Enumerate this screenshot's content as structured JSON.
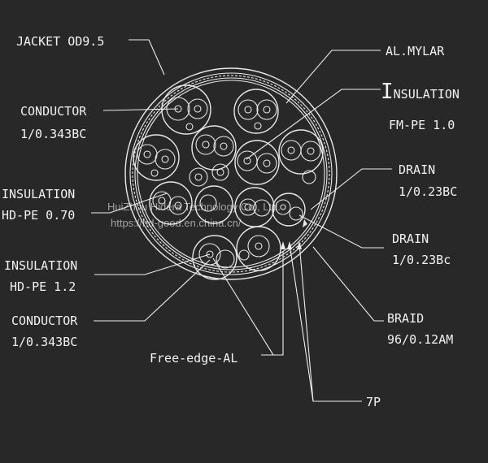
{
  "labels": {
    "jacket": "JACKET OD9.5",
    "al_mylar": "AL.MYLAR",
    "insulation_cap": "I",
    "insulation_rest": "NSULATION",
    "fm_pe": "FM-PE 1.0",
    "conductor_1": "CONDUCTOR",
    "conductor_1_spec": "1/0.343BC",
    "drain_1": "DRAIN",
    "drain_1_spec": "1/0.23BC",
    "insulation_hd1": "INSULATION",
    "insulation_hd1_spec": "HD-PE 0.70",
    "drain_2": "DRAIN",
    "drain_2_spec": "1/0.23Bc",
    "insulation_hd2": "INSULATION",
    "insulation_hd2_spec": "HD-PE 1.2",
    "braid": "BRAID",
    "braid_spec": "96/0.12AM",
    "conductor_2": "CONDUCTOR",
    "conductor_2_spec": "1/0.343BC",
    "free_edge": "Free-edge-AL",
    "pairs": "7P"
  },
  "watermark": {
    "line1": "HuiZhou Hidera Technology Co., Ltd.",
    "line2": "https://hd-good.en.china.cn/"
  },
  "colors": {
    "background": "#282828",
    "line": "#eeeeee"
  }
}
